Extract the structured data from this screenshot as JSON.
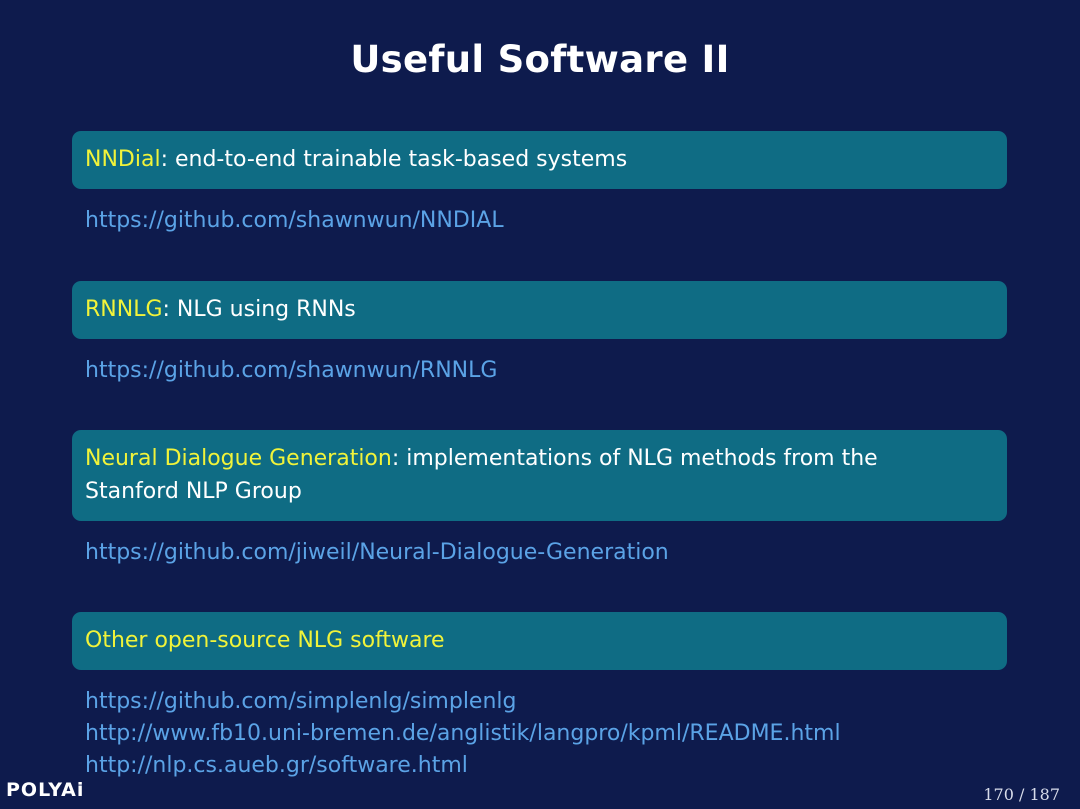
{
  "slide": {
    "title": "Useful Software II",
    "blocks": [
      {
        "name": "NNDial",
        "sep": ":",
        "desc": " end-to-end trainable task-based systems",
        "links": [
          "https://github.com/shawnwun/NNDIAL"
        ]
      },
      {
        "name": "RNNLG",
        "sep": ":",
        "desc": " NLG using RNNs",
        "links": [
          "https://github.com/shawnwun/RNNLG"
        ]
      },
      {
        "name": "Neural Dialogue Generation",
        "sep": ":",
        "desc": " implementations of NLG methods from the Stanford NLP Group",
        "links": [
          "https://github.com/jiweil/Neural-Dialogue-Generation"
        ]
      },
      {
        "name": "Other open-source NLG software",
        "sep": "",
        "desc": "",
        "links": [
          "https://github.com/simplenlg/simplenlg",
          "http://www.fb10.uni-bremen.de/anglistik/langpro/kpml/README.html",
          "http://nlp.cs.aueb.gr/software.html"
        ]
      }
    ],
    "footer": {
      "logo": "POLYAi",
      "page": "170 / 187"
    }
  },
  "colors": {
    "background": "#0e1b4d",
    "block_header": "#0f6c84",
    "highlight": "#f1f33a",
    "link": "#5ba3e6"
  }
}
